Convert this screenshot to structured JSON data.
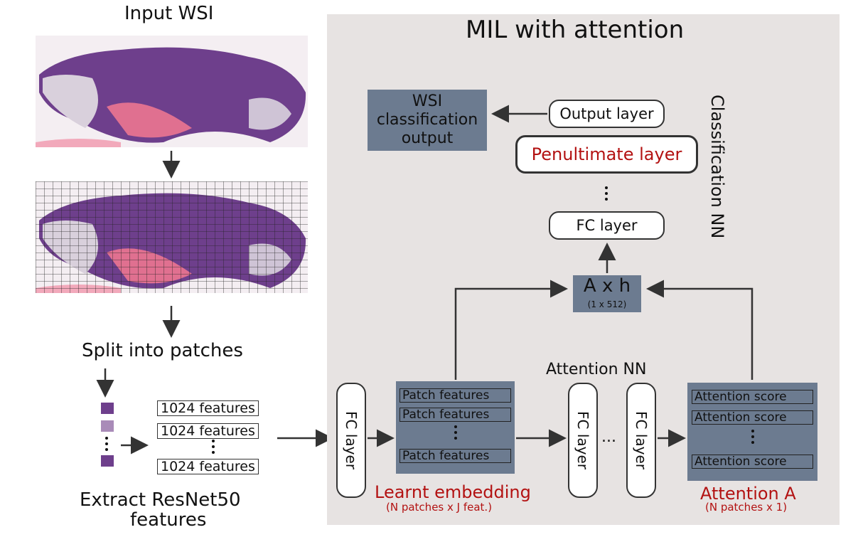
{
  "left": {
    "input_title": "Input WSI",
    "split_label": "Split into patches",
    "extract_label_1": "Extract ResNet50",
    "extract_label_2": "features",
    "features": [
      "1024 features",
      "1024 features",
      "1024 features"
    ]
  },
  "panel": {
    "title": "MIL with attention",
    "wsi_output": [
      "WSI",
      "classification",
      "output"
    ],
    "output_layer": "Output layer",
    "penultimate_layer": "Penultimate layer",
    "fc_layer": "FC layer",
    "classification_nn": "Classification NN",
    "axh": "A x h",
    "axh_dims": "(1 x 512)",
    "attention_nn": "Attention NN",
    "embedding_fc": "FC layer",
    "patch_features": [
      "Patch features",
      "Patch features",
      "Patch features"
    ],
    "learnt_embedding": "Learnt embedding",
    "learnt_embedding_dims": "(N patches x J feat.)",
    "attention_fc_1": "FC layer",
    "attention_fc_2": "FC layer",
    "ellipsis": "...",
    "attention_scores": [
      "Attention score",
      "Attention score",
      "Attention score"
    ],
    "attention_a": "Attention A",
    "attention_a_dims": "(N patches x 1)"
  },
  "colors": {
    "panel_bg": "#e7e3e2",
    "dark_box": "#6c7b90",
    "accent_red": "#b31212",
    "tissue_purple": "#6e3f8c",
    "tissue_pink": "#e07090"
  }
}
